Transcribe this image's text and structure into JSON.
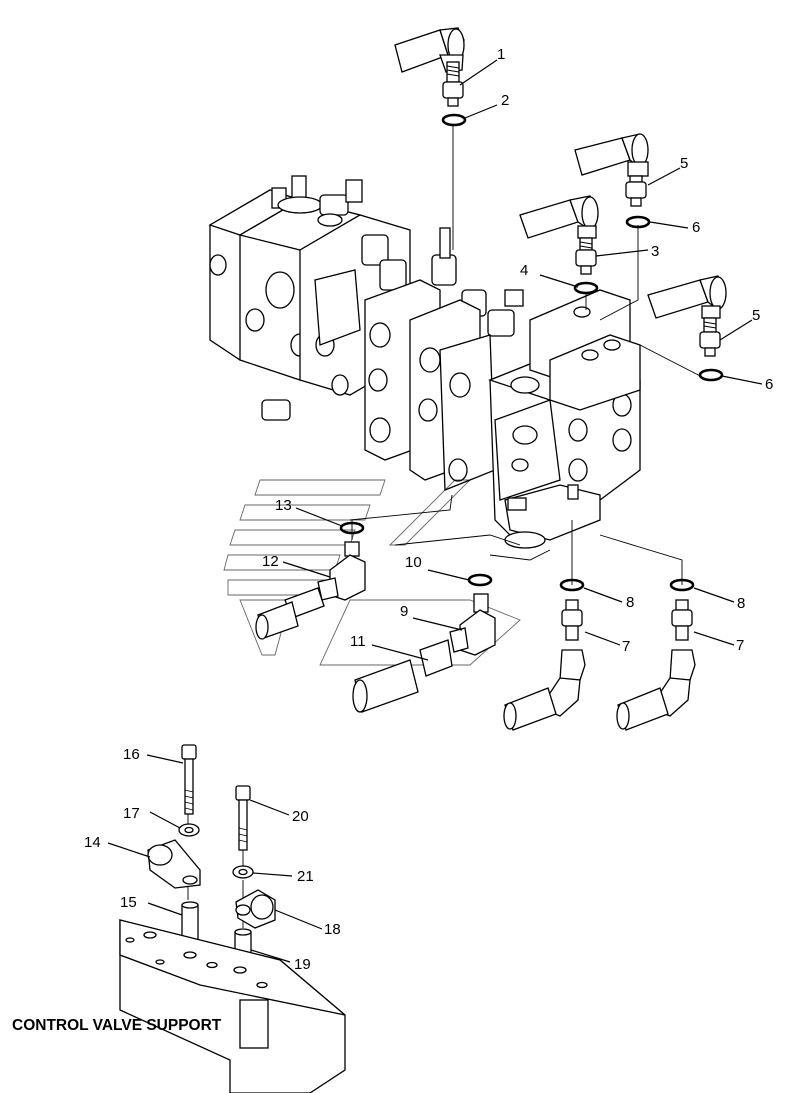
{
  "caption": "CONTROL VALVE SUPPORT",
  "callouts": [
    {
      "id": "c1",
      "text": "1"
    },
    {
      "id": "c2",
      "text": "2"
    },
    {
      "id": "c3",
      "text": "3"
    },
    {
      "id": "c4",
      "text": "4"
    },
    {
      "id": "c5a",
      "text": "5"
    },
    {
      "id": "c5b",
      "text": "5"
    },
    {
      "id": "c6a",
      "text": "6"
    },
    {
      "id": "c6b",
      "text": "6"
    },
    {
      "id": "c7a",
      "text": "7"
    },
    {
      "id": "c7b",
      "text": "7"
    },
    {
      "id": "c8a",
      "text": "8"
    },
    {
      "id": "c8b",
      "text": "8"
    },
    {
      "id": "c9",
      "text": "9"
    },
    {
      "id": "c10",
      "text": "10"
    },
    {
      "id": "c11",
      "text": "11"
    },
    {
      "id": "c12",
      "text": "12"
    },
    {
      "id": "c13",
      "text": "13"
    },
    {
      "id": "c14",
      "text": "14"
    },
    {
      "id": "c15",
      "text": "15"
    },
    {
      "id": "c16",
      "text": "16"
    },
    {
      "id": "c17",
      "text": "17"
    },
    {
      "id": "c18",
      "text": "18"
    },
    {
      "id": "c19",
      "text": "19"
    },
    {
      "id": "c20",
      "text": "20"
    },
    {
      "id": "c21",
      "text": "21"
    }
  ]
}
